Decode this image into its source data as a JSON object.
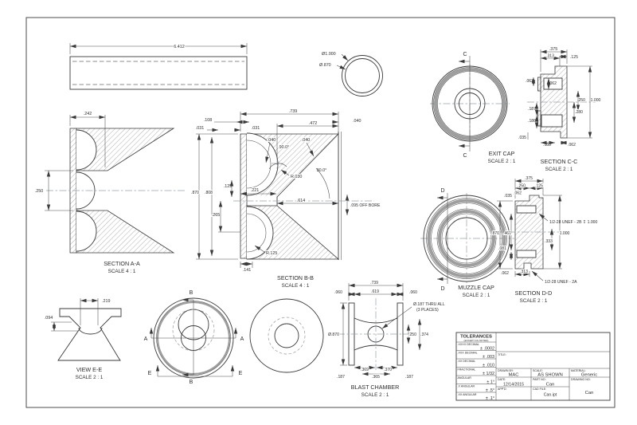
{
  "drawing": {
    "tube": {
      "length": "6.412"
    },
    "ring": {
      "outer_dia": "Ø1.000",
      "inner_dia": "Ø.870"
    },
    "section_aa": {
      "title": "SECTION A-A",
      "scale": "SCALE 4 : 1",
      "wall": ".242",
      "bore": ".250"
    },
    "section_bb": {
      "title": "SECTION B-B",
      "scale": "SCALE 4 : 1",
      "d739": ".739",
      "d108": ".108",
      "d031a": ".031",
      "d031b": ".031",
      "d472": ".472",
      "d040a": ".040",
      "d040b": ".040",
      "d040c": ".040",
      "a90": "90.0°",
      "r030": "R.030",
      "a30": "30.0°",
      "d870": ".870",
      "d808": ".808",
      "d125": ".125",
      "d221": ".221",
      "d265": ".265",
      "d614": ".614",
      "off_bore": ".095 OFF BORE",
      "r125": "R.125",
      "d141": ".141"
    },
    "exit_cap": {
      "title": "EXIT CAP",
      "scale": "SCALE 2 : 1",
      "cut": "C"
    },
    "section_cc": {
      "title": "SECTION C-C",
      "scale": "SCALE 2 : 1",
      "d375": ".375",
      "d313": ".313",
      "d125": ".125",
      "d062a": ".062",
      "d062b": ".062",
      "d187": ".187",
      "d186": ".186",
      "d250": ".250",
      "d1000": "1.000",
      "d280": ".280",
      "d035": ".035",
      "d188": ".188",
      "d062c": ".062"
    },
    "muzzle_cap": {
      "title": "MUZZLE CAP",
      "scale": "SCALE 2 : 1",
      "cut": "D"
    },
    "section_dd": {
      "title": "SECTION D-D",
      "scale": "SCALE 2 : 1",
      "d375": ".375",
      "d250": ".250",
      "d125": ".125",
      "d062a": ".062",
      "d035": ".035",
      "d870": ".870",
      "d461": ".461",
      "d081": ".081",
      "d062b": ".062",
      "thread_b": "1/2-28 UNEF - 2B ↧ 1.000",
      "d1000": "1.000",
      "d333": ".333",
      "d313": ".313",
      "thread_a": "1/2-28 UNEF - 2A"
    },
    "view_ee": {
      "title": "VIEW E-E",
      "scale": "SCALE 2 : 1",
      "d219": ".219",
      "d094": ".094"
    },
    "front_view": {
      "cut_a": "A",
      "cut_b": "B",
      "cut_e": "E"
    },
    "blast_chamber": {
      "title": "BLAST CHAMBER",
      "scale": "SCALE 2 : 1",
      "d739": ".739",
      "d619": ".619",
      "d060a": ".060",
      "d060b": ".060",
      "hole_note1": "Ø.187 THRU ALL",
      "hole_note2": "(3 PLACES)",
      "d870": "Ø.870",
      "d250": ".250",
      "d374": ".374",
      "d369": ".369",
      "d370": ".370",
      "d365": ".365",
      "d187a": ".187",
      "d187b": ".187"
    }
  },
  "title_block": {
    "tolerances_title": "TOLERANCES",
    "tolerances_sub": "(EXCEPT AS NOTED)",
    "tol_rows": [
      {
        "label": ".XXXX DECIMAL",
        "value": "± .0002"
      },
      {
        "label": ".XXX DECIMAL",
        "value": "± .003"
      },
      {
        "label": ".XX DECIMAL",
        "value": "± .010"
      },
      {
        "label": "FRACTIONAL",
        "value": "± 1/32"
      },
      {
        "label": "ANGULAR",
        "value": "± 1°"
      },
      {
        "label": ".X ANGULAR",
        "value": "± .5°"
      },
      {
        "label": ".XX ANGULAR",
        "value": "± .1°"
      }
    ],
    "title_label": "TITLE:",
    "drawn_by_label": "DRAWN BY:",
    "drawn_by": "MAC",
    "scale_label": "SCALE:",
    "scale_value": "AS SHOWN",
    "material_label": "MATERIAL:",
    "material_value": "Generic",
    "date_label": "DATE:",
    "date_value": "12/14/2015",
    "part_no_label": "PART NO:",
    "part_no": "Can",
    "drawing_no_label": "DRAWING NO:",
    "drawing_no": "Can",
    "appd_label": "APP'D:",
    "cad_file_label": "CAD FILE:",
    "cad_file": "Can.ipt",
    "line_color": "#3a3a3a"
  }
}
